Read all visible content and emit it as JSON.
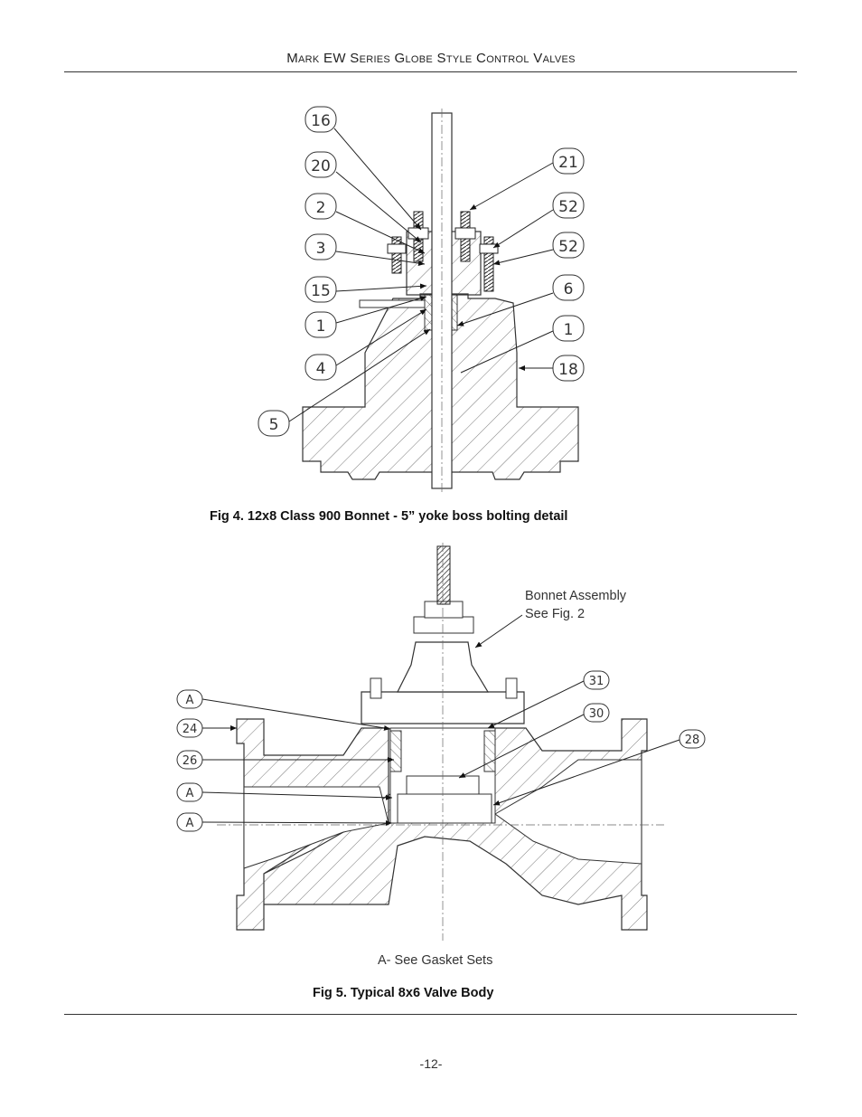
{
  "header": {
    "title_parts": [
      {
        "cap": "M",
        "rest": "ark"
      },
      {
        "cap": "EW",
        "rest": ""
      },
      {
        "cap": "S",
        "rest": "eries"
      },
      {
        "cap": "G",
        "rest": "lobe"
      },
      {
        "cap": "S",
        "rest": "tyle"
      },
      {
        "cap": "C",
        "rest": "ontrol"
      },
      {
        "cap": "V",
        "rest": "alves"
      }
    ]
  },
  "fig4": {
    "caption": "Fig 4. 12x8 Class 900 Bonnet - 5” yoke boss bolting detail",
    "callouts_left": [
      "16",
      "20",
      "2",
      "3",
      "15",
      "1",
      "4",
      "5"
    ],
    "callouts_right": [
      "21",
      "52",
      "52",
      "6",
      "1",
      "18"
    ]
  },
  "fig5": {
    "caption": "Fig 5. Typical 8x6 Valve Body",
    "bonnet_note_line1": "Bonnet Assembly",
    "bonnet_note_line2": "See Fig. 2",
    "gasket_note": "A- See Gasket Sets",
    "callouts_left": [
      "A",
      "24",
      "26",
      "A",
      "A"
    ],
    "callouts_right": [
      "31",
      "30",
      "28"
    ]
  },
  "footer": {
    "page_number": "-12-"
  }
}
